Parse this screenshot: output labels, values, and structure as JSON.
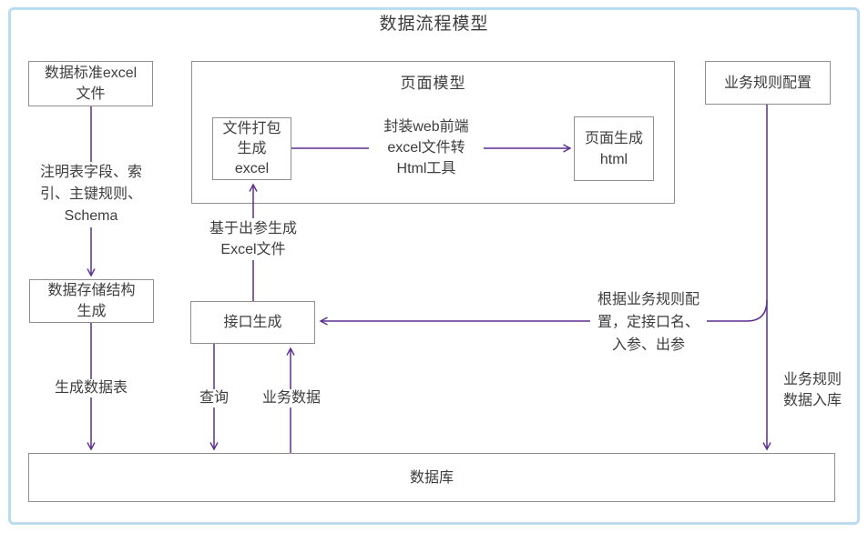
{
  "title": "数据流程模型",
  "colors": {
    "purple": "#5c2d91",
    "boxborder": "#8f8f8f",
    "frame": "#b9dcf0",
    "text": "#3d3d3d"
  },
  "nodes": {
    "data_standard_excel_file": "数据标准excel\n文件",
    "page_model": "页面模型",
    "file_package_generate_excel": "文件打包\n生成\nexcel",
    "page_generate_html": "页面生成\nhtml",
    "business_rule_config": "业务规则配置",
    "data_storage_structure_generate": "数据存储结构\n生成",
    "interface_generate": "接口生成",
    "database": "数据库"
  },
  "edge_labels": {
    "annotate_fields": "注明表字段、索\n引、主键规则、\nSchema",
    "wrap_web_tool": "封装web前端\nexcel文件转\nHtml工具",
    "generate_excel_from_output": "基于出参生成\nExcel文件",
    "generate_data_table": "生成数据表",
    "query": "查询",
    "business_data": "业务数据",
    "rule_to_interface": "根据业务规则配\n置，定接口名、\n入参、出参",
    "rule_data_into_db": "业务规则\n数据入库"
  }
}
